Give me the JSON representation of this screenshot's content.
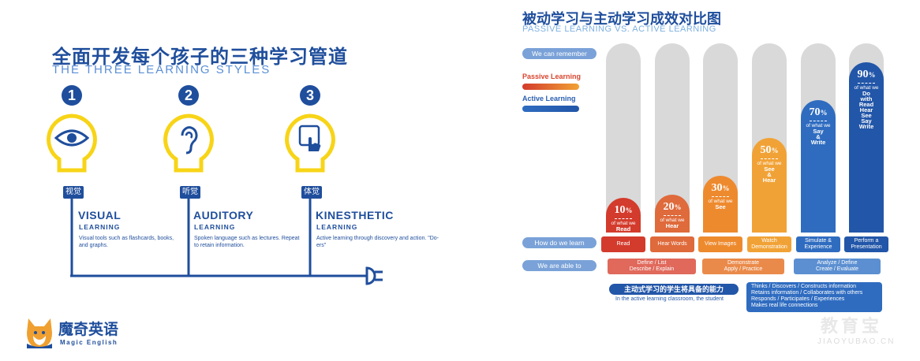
{
  "left": {
    "title": "全面开发每个孩子的三种学习管道",
    "subtitle": "THE THREE LEARNING STYLES",
    "styles": [
      {
        "number": "1",
        "tag": "视觉",
        "title": "VISUAL",
        "sub": "LEARNING",
        "desc": "Visual tools such as flashcards, books, and graphs.",
        "icon": "eye-icon"
      },
      {
        "number": "2",
        "tag": "听觉",
        "title": "AUDITORY",
        "sub": "LEARNING",
        "desc": "Spoken language such as lectures. Repeat to retain information.",
        "icon": "ear-icon"
      },
      {
        "number": "3",
        "tag": "体觉",
        "title": "KINESTHETIC",
        "sub": "LEARNING",
        "desc": "Active learning through discovery and action. \"Do-ers\"",
        "icon": "hand-touch-icon"
      }
    ],
    "colors": {
      "bulb": "#f7d417",
      "navy": "#1f4e9c"
    },
    "logo": {
      "cn": "魔奇英语",
      "en": "Magic English"
    }
  },
  "right": {
    "title": "被动学习与主动学习成效对比图",
    "subtitle": "PASSIVE LEARNING VS. ACTIVE LEARNING",
    "remember_label": "We can remember",
    "legend": [
      {
        "label": "Passive Learning",
        "color": "#d9452e"
      },
      {
        "label": "Active Learning",
        "color": "#2a5fb0"
      }
    ],
    "columns": [
      {
        "pct_num": "10",
        "pct_sign": "%",
        "desc": [
          "of what we",
          "Read"
        ],
        "fill_level": 0.1,
        "color": "#d33b2c",
        "learn": "Read"
      },
      {
        "pct_num": "20",
        "pct_sign": "%",
        "desc": [
          "of what we",
          "Hear"
        ],
        "fill_level": 0.2,
        "color": "#df6a3b",
        "learn": "Hear Words"
      },
      {
        "pct_num": "30",
        "pct_sign": "%",
        "desc": [
          "of what we",
          "See"
        ],
        "fill_level": 0.3,
        "color": "#ee8a2e",
        "learn": "View Images"
      },
      {
        "pct_num": "50",
        "pct_sign": "%",
        "desc": [
          "of what we",
          "See",
          "&",
          "Hear"
        ],
        "fill_level": 0.5,
        "color": "#f1a236",
        "learn": "Watch Demonstration"
      },
      {
        "pct_num": "70",
        "pct_sign": "%",
        "desc": [
          "of what we",
          "Say",
          "&",
          "Write"
        ],
        "fill_level": 0.7,
        "color": "#2f6cc0",
        "learn": "Simulate & Experience"
      },
      {
        "pct_num": "90",
        "pct_sign": "%",
        "desc": [
          "of what we",
          "Do",
          "with",
          "Read",
          "Hear",
          "See",
          "Say",
          "Write"
        ],
        "fill_level": 0.9,
        "color": "#2256a8",
        "learn": "Perform a Presentation"
      }
    ],
    "how_label": "How do we learn",
    "able_label": "We are able to",
    "able": [
      {
        "line1": "Define / List",
        "line2": "Describe / Explain",
        "color": "#e0695b"
      },
      {
        "line1": "Demonstrate",
        "line2": "Apply / Practice",
        "color": "#ea8a4a"
      },
      {
        "line1": "Analyze / Define",
        "line2": "Create / Evaluate",
        "color": "#5b8fd1"
      }
    ],
    "active_classroom": {
      "cn": "主动式学习的学生将具备的能力",
      "en": "In the active learning classroom, the student"
    },
    "abilities": [
      "Thinks / Discovers / Constructs information",
      "Retains information / Collaborates with others",
      "Responds / Participates / Experiences",
      "Makes real life connections"
    ],
    "watermark": {
      "cn": "教育宝",
      "en": "JIAOYUBAO.CN"
    }
  }
}
